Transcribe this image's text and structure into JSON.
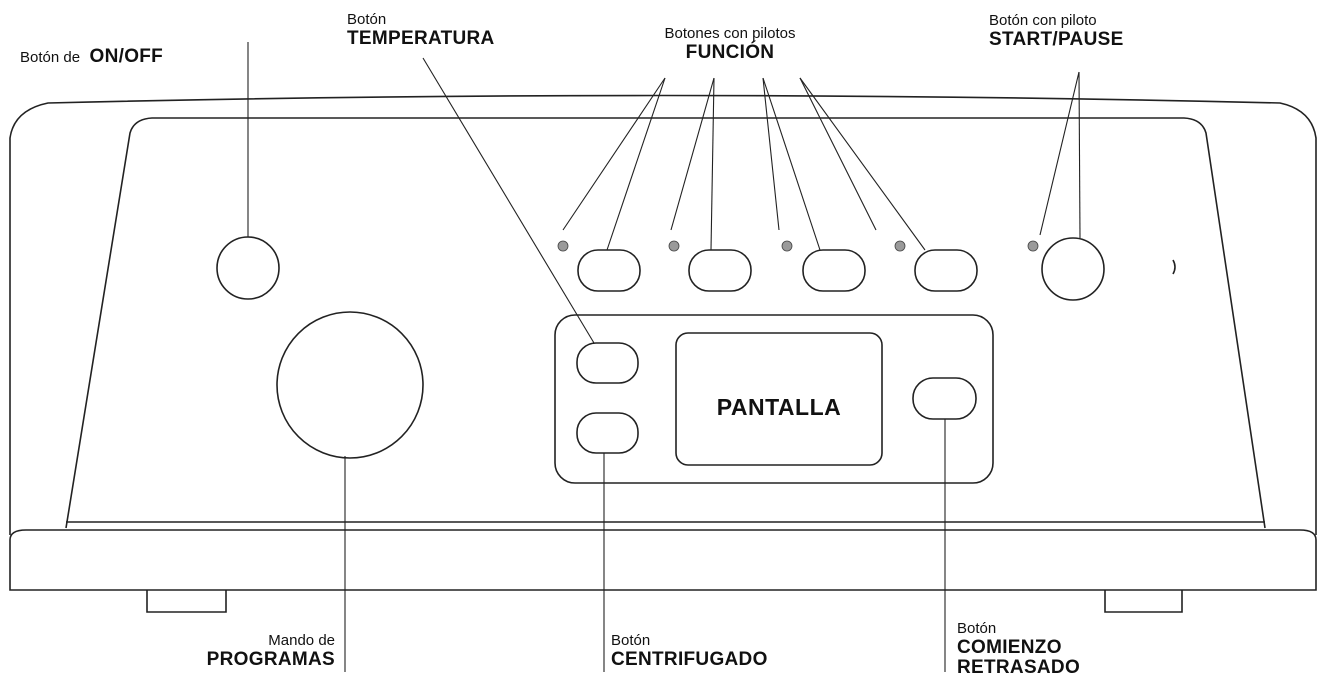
{
  "title": "",
  "labels": {
    "onoff": {
      "prefix": "Botón de",
      "name": "ON/OFF"
    },
    "temperatura": {
      "small": "Botón",
      "name": "TEMPERATURA"
    },
    "funcion": {
      "small": "Botones con pilotos",
      "name": "FUNCIÓN"
    },
    "startpause": {
      "small": "Botón con piloto",
      "name": "START/PAUSE"
    },
    "programas": {
      "small": "Mando de",
      "name": "PROGRAMAS"
    },
    "centrifugado": {
      "small": "Botón",
      "name": "CENTRIFUGADO"
    },
    "comienzo": {
      "small": "Botón",
      "name_line1": "COMIENZO",
      "name_line2": "RETRASADO"
    }
  },
  "screen": {
    "text": "PANTALLA"
  },
  "colors": {
    "line": "#222222",
    "pilot": "#9a9a9a",
    "background": "#ffffff"
  }
}
